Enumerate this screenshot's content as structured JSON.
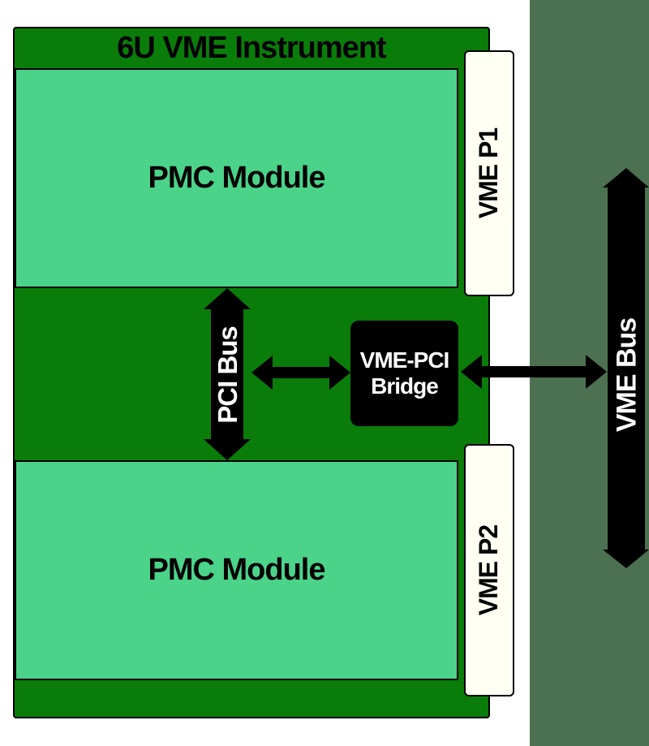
{
  "title": "6U VME Instrument",
  "modules": {
    "top": "PMC Module",
    "bottom": "PMC Module"
  },
  "connectors": {
    "p1": "VME P1",
    "p2": "VME P2"
  },
  "bridge": {
    "line1": "VME-PCI",
    "line2": "Bridge"
  },
  "buses": {
    "pci": "PCI Bus",
    "vme": "VME Bus"
  },
  "colors": {
    "board": "#0a7c0a",
    "module": "#4bd389",
    "connector": "#fffff4",
    "bus_rail": "#4c7150",
    "arrow": "#000000",
    "text_dark": "#000000",
    "text_light": "#ffffff"
  }
}
